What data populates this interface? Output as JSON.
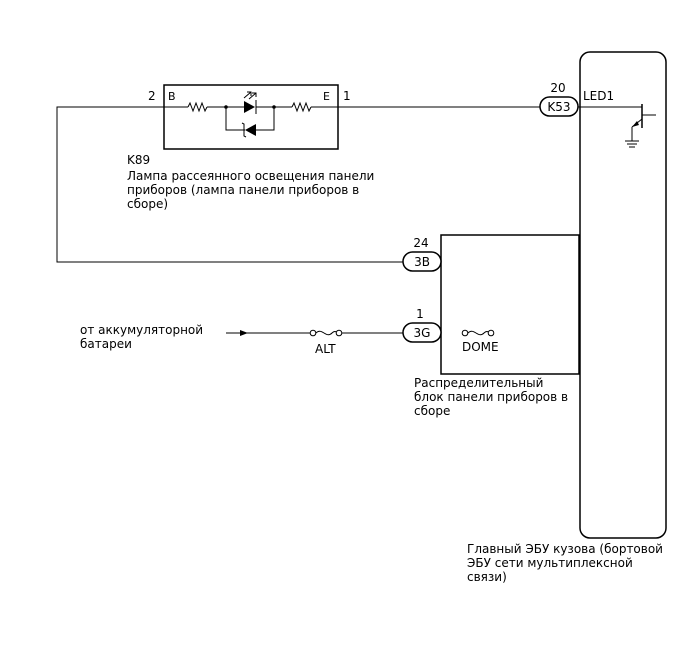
{
  "lamp": {
    "code": "K89",
    "pin_b_num": "2",
    "pin_b_label": "B",
    "pin_e_label": "E",
    "pin_e_num": "1",
    "desc_line1": "Лампа рассеянного освещения панели",
    "desc_line2": "приборов (лампа панели приборов в",
    "desc_line3": "сборе)"
  },
  "ecu": {
    "pin_num": "20",
    "connector": "K53",
    "terminal": "LED1",
    "desc_line1": "Главный ЭБУ кузова (бортовой",
    "desc_line2": "ЭБУ сети мультиплексной",
    "desc_line3": "связи)"
  },
  "junction": {
    "pin_top_num": "24",
    "connector_top": "3B",
    "pin_bottom_num": "1",
    "connector_bottom": "3G",
    "fuse_label": "DOME",
    "desc_line1": "Распределительный",
    "desc_line2": "блок панели приборов в",
    "desc_line3": "сборе"
  },
  "battery": {
    "line1": "от аккумуляторной",
    "line2": "батареи",
    "fuse_label": "ALT"
  }
}
